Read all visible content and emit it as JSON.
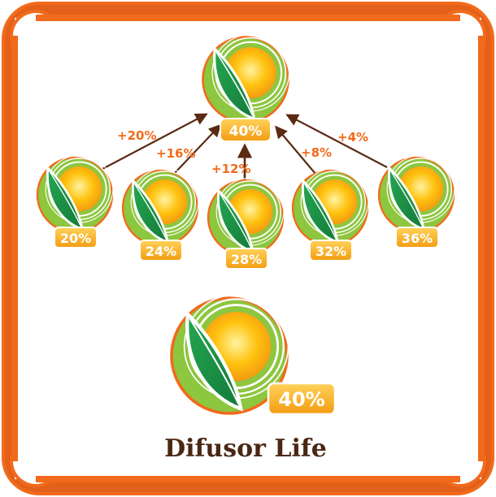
{
  "colors": {
    "frame_orange": "#f26a1b",
    "frame_dark": "#c94f10",
    "circle_green": "#8dc63f",
    "leaf_green": "#1e9b4d",
    "sun_yellow": "#ffc20e",
    "badge_fill": "#f7a81b",
    "arrow_brown": "#5a2a12",
    "label_orange": "#f26a1b",
    "title_brown": "#4a2714"
  },
  "top_node": {
    "label": "40%"
  },
  "source_nodes": [
    {
      "label": "20%",
      "increment": "+20%"
    },
    {
      "label": "24%",
      "increment": "+16%"
    },
    {
      "label": "28%",
      "increment": "+12%"
    },
    {
      "label": "32%",
      "increment": "+8%"
    },
    {
      "label": "36%",
      "increment": "+4%"
    }
  ],
  "product": {
    "label": "40%",
    "name": "Difusor Life"
  }
}
